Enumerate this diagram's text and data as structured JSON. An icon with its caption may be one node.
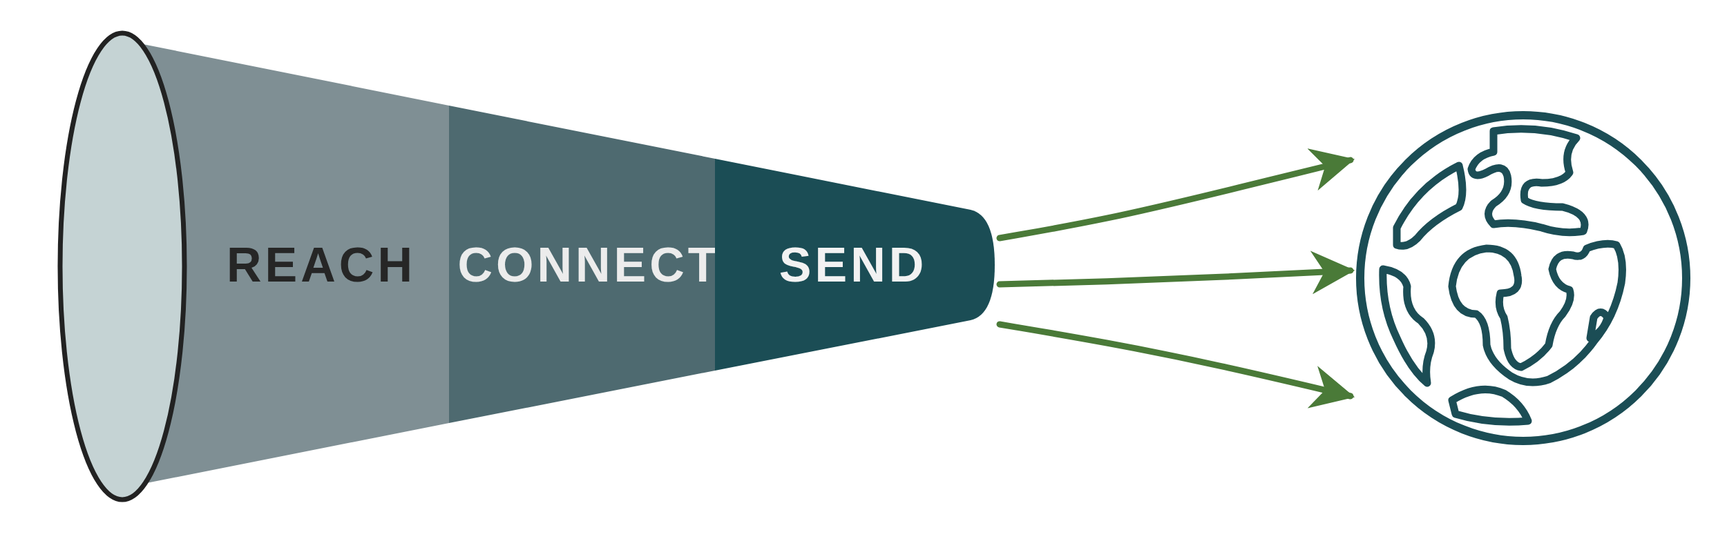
{
  "diagram": {
    "nodes": [
      {
        "text": [
          "REACH"
        ]
      },
      {
        "text": [
          "CONNECT"
        ]
      },
      {
        "text": [
          "SEND"
        ]
      },
      {
        "text": [],
        "shape": "picture"
      }
    ],
    "edges": [
      {
        "from": 2,
        "to": 3,
        "arrow": "to"
      },
      {
        "from": 2,
        "to": 3,
        "arrow": "to"
      },
      {
        "from": 2,
        "to": 3,
        "arrow": "to"
      }
    ]
  }
}
